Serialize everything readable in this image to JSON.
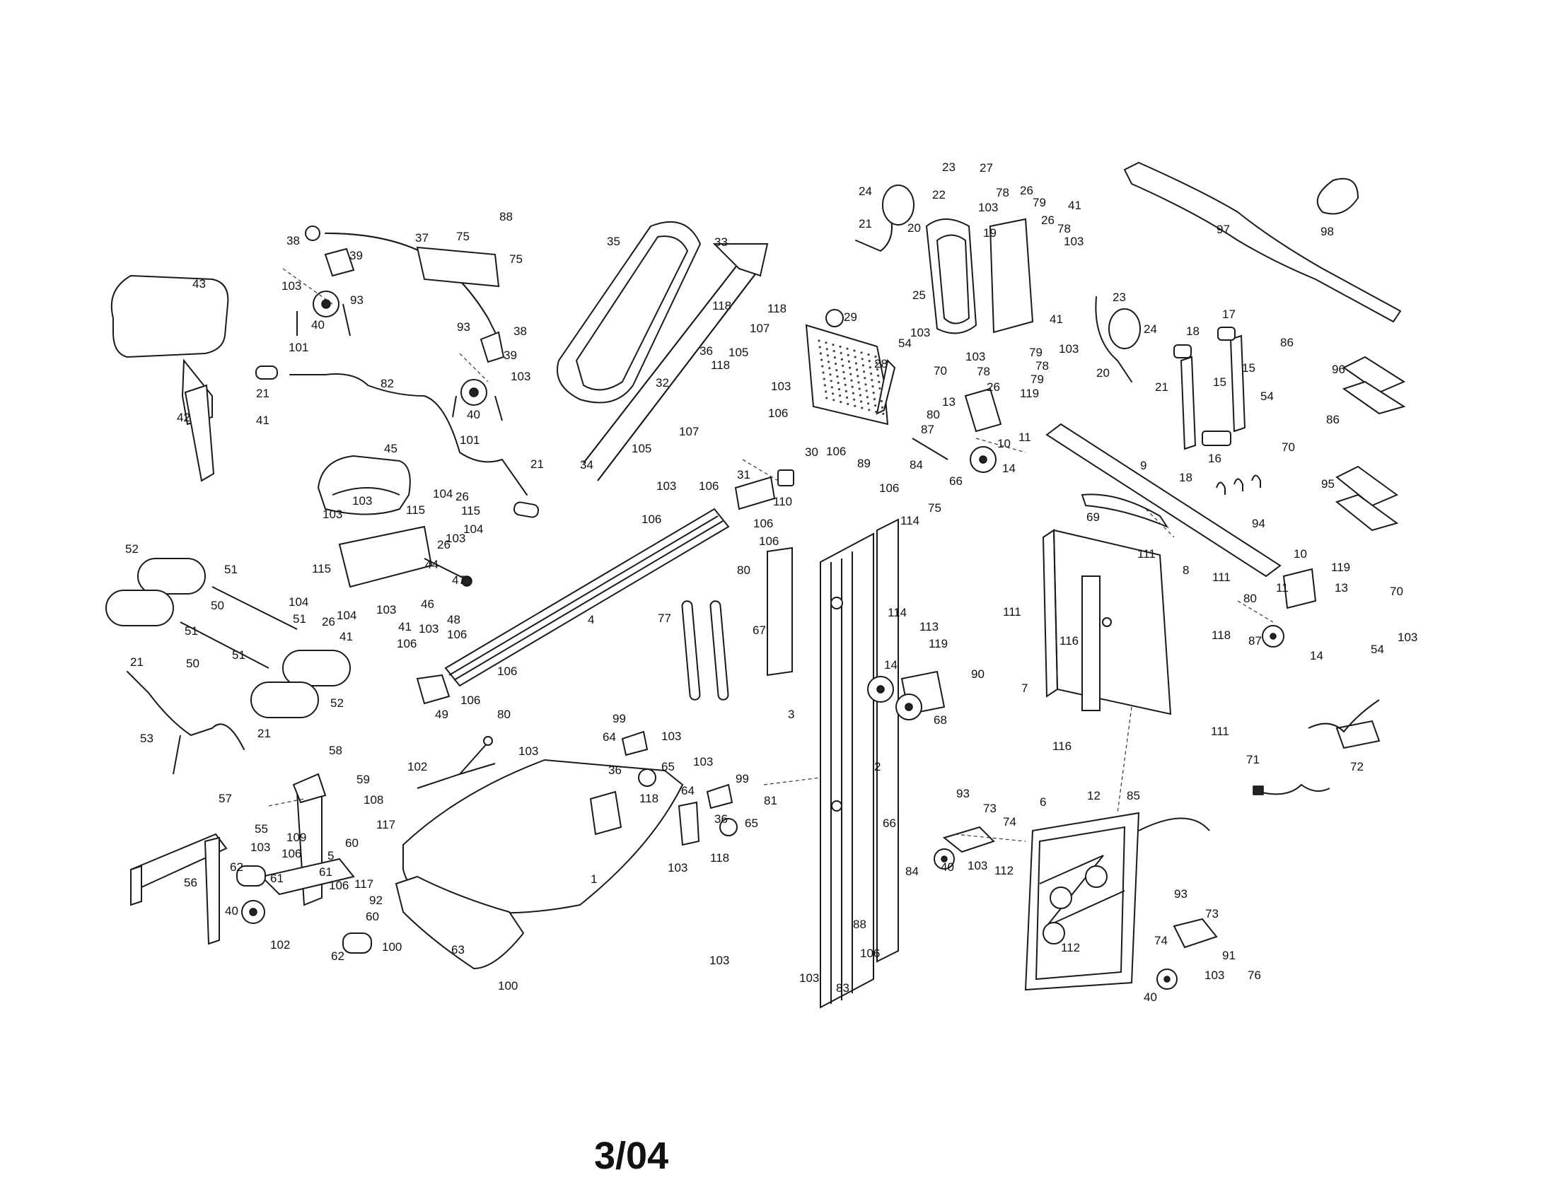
{
  "footer": {
    "date_code": "3/04"
  },
  "labels": {
    "p38a": "38",
    "p37": "37",
    "p75a": "75",
    "p88a": "88",
    "p75b": "75",
    "p39a": "39",
    "p103a": "103",
    "p93a": "93",
    "p40a": "40",
    "p101a": "101",
    "p43": "43",
    "p21a": "21",
    "p82": "82",
    "p42": "42",
    "p41a": "41",
    "p93b": "93",
    "p38b": "38",
    "p39b": "39",
    "p103b": "103",
    "p40b": "40",
    "p101b": "101",
    "p35": "35",
    "p33": "33",
    "p118a": "118",
    "p118b": "118",
    "p107a": "107",
    "p36a": "36",
    "p105a": "105",
    "p118c": "118",
    "p32": "32",
    "p107b": "107",
    "p105b": "105",
    "p34": "34",
    "p21b": "21",
    "p45": "45",
    "p103c": "103",
    "p104a": "104",
    "p26a": "26",
    "p115a": "115",
    "p115b": "115",
    "p104b": "104",
    "p103d": "103",
    "p26b": "26",
    "p103e": "103",
    "p44": "44",
    "p47": "47",
    "p115c": "115",
    "p104c": "104",
    "p26c": "26",
    "p104d": "104",
    "p103f": "103",
    "p46": "46",
    "p48": "48",
    "p41b": "41",
    "p41c": "41",
    "p52a": "52",
    "p51a": "51",
    "p50a": "50",
    "p51b": "51",
    "p50b": "50",
    "p51c": "51",
    "p51d": "51",
    "p52b": "52",
    "p21c": "21",
    "p53": "53",
    "p21d": "21",
    "p103g": "103",
    "p106a": "106",
    "p106b": "106",
    "p4": "4",
    "p106c": "106",
    "p106d": "106",
    "p80a": "80",
    "p103h": "103",
    "p106e": "106",
    "p106f": "106",
    "p106g": "106",
    "p106h": "106",
    "p80b": "80",
    "p49": "49",
    "p31": "31",
    "p110": "110",
    "p24a": "24",
    "p23a": "23",
    "p27": "27",
    "p22": "22",
    "p21e": "21",
    "p20a": "20",
    "p78a": "78",
    "p26d": "26",
    "p79a": "79",
    "p103i": "103",
    "p26e": "26",
    "p41d": "41",
    "p19": "19",
    "p78b": "78",
    "p103j": "103",
    "p25": "25",
    "p23b": "23",
    "p41e": "41",
    "p24b": "24",
    "p29": "29",
    "p103k": "103",
    "p54a": "54",
    "p70a": "70",
    "p103l": "103",
    "p103m": "103",
    "p79b": "79",
    "p78c": "78",
    "p78d": "78",
    "p79c": "79",
    "p20b": "20",
    "p21f": "21",
    "p28": "28",
    "p103n": "103",
    "p106i": "106",
    "p30": "30",
    "p106j": "106",
    "p89": "89",
    "p13a": "13",
    "p26f": "26",
    "p119a": "119",
    "p80c": "80",
    "p87a": "87",
    "p10a": "10",
    "p11a": "11",
    "p66a": "66",
    "p14a": "14",
    "p9": "9",
    "p97": "97",
    "p98": "98",
    "p18a": "18",
    "p17": "17",
    "p86a": "86",
    "p15a": "15",
    "p15b": "15",
    "p54b": "54",
    "p86b": "86",
    "p70b": "70",
    "p16": "16",
    "p18b": "18",
    "p96": "96",
    "p95": "95",
    "p94": "94",
    "p84a": "84",
    "p106k": "106",
    "p75c": "75",
    "p114a": "114",
    "p69": "69",
    "p111a": "111",
    "p8": "8",
    "p111b": "111",
    "p111c": "111",
    "p116a": "116",
    "p118d": "118",
    "p7": "7",
    "p116b": "116",
    "p111d": "111",
    "p10b": "10",
    "p119b": "119",
    "p11b": "11",
    "p13b": "13",
    "p80d": "80",
    "p87b": "87",
    "p14b": "14",
    "p70c": "70",
    "p54c": "54",
    "p103o": "103",
    "p67": "67",
    "p77": "77",
    "p114b": "114",
    "p113": "113",
    "p119c": "119",
    "p90": "90",
    "p14c": "14",
    "p68": "68",
    "p3": "3",
    "p2": "2",
    "p81": "81",
    "p72": "72",
    "p71": "71",
    "p99a": "99",
    "p64a": "64",
    "p103p": "103",
    "p102a": "102",
    "p103q": "103",
    "p36b": "36",
    "p65a": "65",
    "p118e": "118",
    "p103r": "103",
    "p64b": "64",
    "p99b": "99",
    "p36c": "36",
    "p65b": "65",
    "p118f": "118",
    "p103s": "103",
    "p1": "1",
    "p63": "63",
    "p100a": "100",
    "p100b": "100",
    "p58": "58",
    "p59": "59",
    "p57": "57",
    "p108": "108",
    "p55": "55",
    "p109": "109",
    "p117a": "117",
    "p103t": "103",
    "p106l": "106",
    "p60a": "60",
    "p5": "5",
    "p62a": "62",
    "p61a": "61",
    "p61b": "61",
    "p106m": "106",
    "p117b": "117",
    "p56": "56",
    "p40c": "40",
    "p92": "92",
    "p60b": "60",
    "p102b": "102",
    "p62b": "62",
    "p66b": "66",
    "p84b": "84",
    "p88b": "88",
    "p106n": "106",
    "p83": "83",
    "p103u": "103",
    "p103v": "103",
    "p93c": "93",
    "p73a": "73",
    "p74a": "74",
    "p40d": "40",
    "p103w": "103",
    "p112a": "112",
    "p6": "6",
    "p12": "12",
    "p85": "85",
    "p112b": "112",
    "p93d": "93",
    "p73b": "73",
    "p74b": "74",
    "p91": "91",
    "p103x": "103",
    "p76": "76",
    "p40e": "40"
  }
}
